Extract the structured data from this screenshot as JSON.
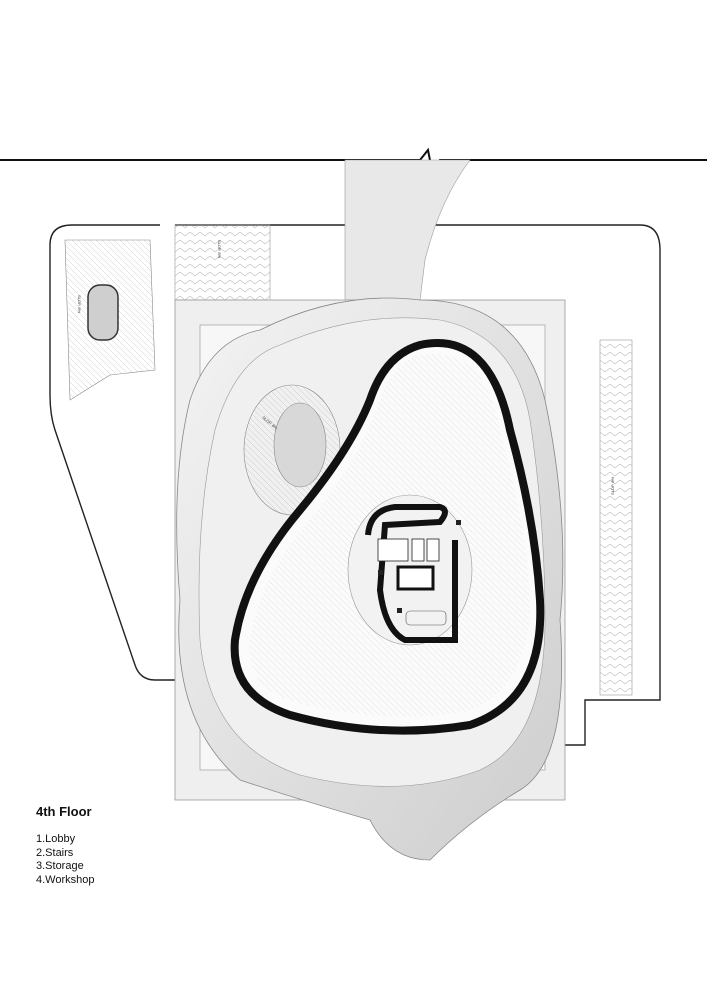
{
  "plan": {
    "title": "4th Floor",
    "legend": [
      "1.Lobby",
      "2.Stairs",
      "3.Storage",
      "4.Workshop"
    ],
    "ramp_labels": [
      "SLOP. 8%",
      "SLOP. 8%",
      "SLOP. 8%",
      "SLOP. 8%"
    ],
    "colors": {
      "ink": "#111111",
      "fill": "#ebebeb",
      "shadow": "#cfcfcf"
    }
  }
}
